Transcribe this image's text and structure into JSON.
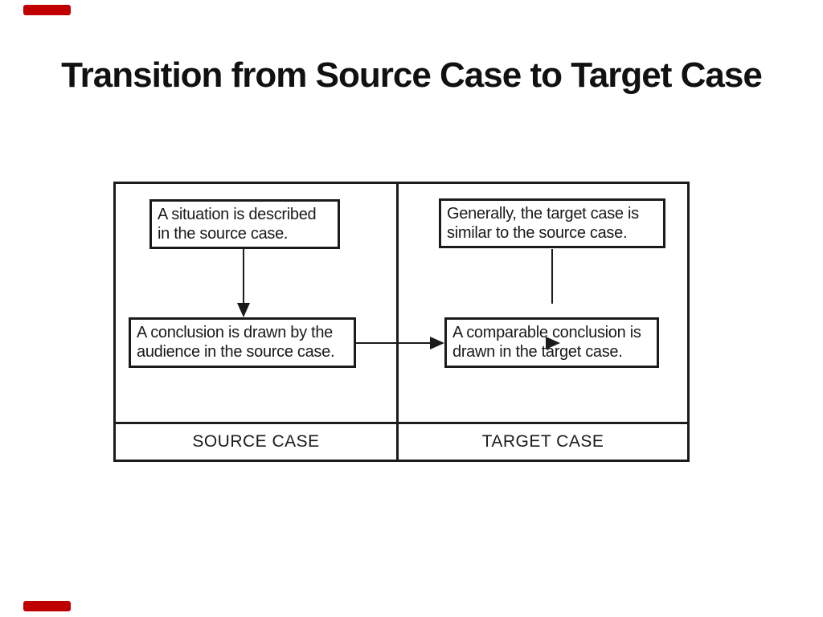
{
  "slide": {
    "title": "Transition from Source Case to Target Case"
  },
  "accent_red": "#c00000",
  "diagram": {
    "source_column": {
      "label": "SOURCE CASE",
      "situation_box": {
        "lines": [
          "A situation is described",
          "in the source case."
        ]
      },
      "conclusion_box": {
        "lines": [
          "A conclusion is drawn by the",
          "audience in the source case."
        ]
      }
    },
    "target_column": {
      "label": "TARGET CASE",
      "similarity_box": {
        "lines": [
          "Generally, the target case is",
          "similar to the source case."
        ]
      },
      "conclusion_box": {
        "lines": [
          "A comparable conclusion is",
          "drawn in the target case."
        ]
      }
    }
  }
}
